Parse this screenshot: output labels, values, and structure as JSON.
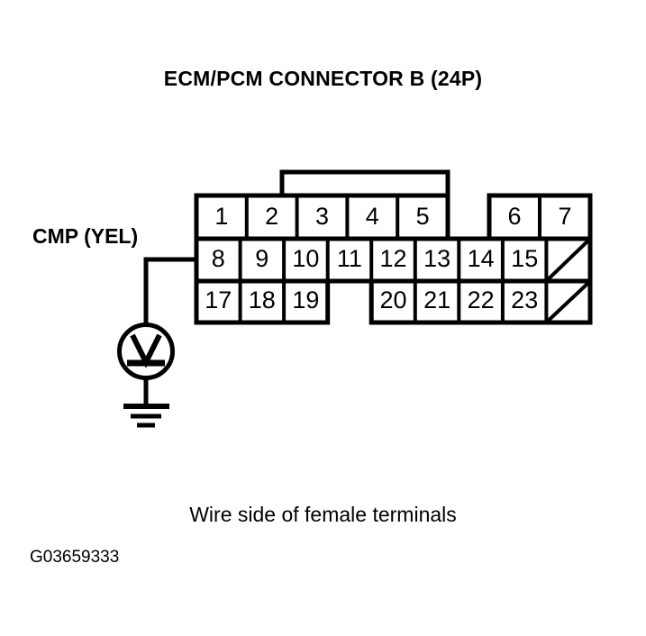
{
  "title": "ECM/PCM CONNECTOR B (24P)",
  "caption": "Wire side of female terminals",
  "figure_id": "G03659333",
  "probe": {
    "label": "CMP (YEL)",
    "meter_symbol": "V",
    "meter_type": "voltmeter",
    "connected_pin": "8",
    "ground": true
  },
  "colors": {
    "line": "#000000",
    "background": "#ffffff",
    "text": "#000000"
  },
  "connector": {
    "name": "ECM/PCM CONNECTOR B",
    "pin_count": "24P",
    "rows": [
      {
        "row": 1,
        "cells": [
          {
            "label": "1"
          },
          {
            "label": "2"
          },
          {
            "label": "3"
          },
          {
            "label": "4"
          },
          {
            "label": "5"
          },
          {
            "label": ""
          },
          {
            "label": "6"
          },
          {
            "label": "7"
          }
        ]
      },
      {
        "row": 2,
        "cells": [
          {
            "label": "8"
          },
          {
            "label": "9"
          },
          {
            "label": "10"
          },
          {
            "label": "11"
          },
          {
            "label": "12"
          },
          {
            "label": "13"
          },
          {
            "label": "14"
          },
          {
            "label": "15"
          },
          {
            "label": ""
          }
        ]
      },
      {
        "row": 3,
        "cells": [
          {
            "label": "17"
          },
          {
            "label": "18"
          },
          {
            "label": "19"
          },
          {
            "label": ""
          },
          {
            "label": "20"
          },
          {
            "label": "21"
          },
          {
            "label": "22"
          },
          {
            "label": "23"
          },
          {
            "label": ""
          }
        ]
      }
    ],
    "pin_numbers": [
      "1",
      "2",
      "3",
      "4",
      "5",
      "6",
      "7",
      "8",
      "9",
      "10",
      "11",
      "12",
      "13",
      "14",
      "15",
      "17",
      "18",
      "19",
      "20",
      "21",
      "22",
      "23"
    ],
    "blank_cells": 3
  }
}
